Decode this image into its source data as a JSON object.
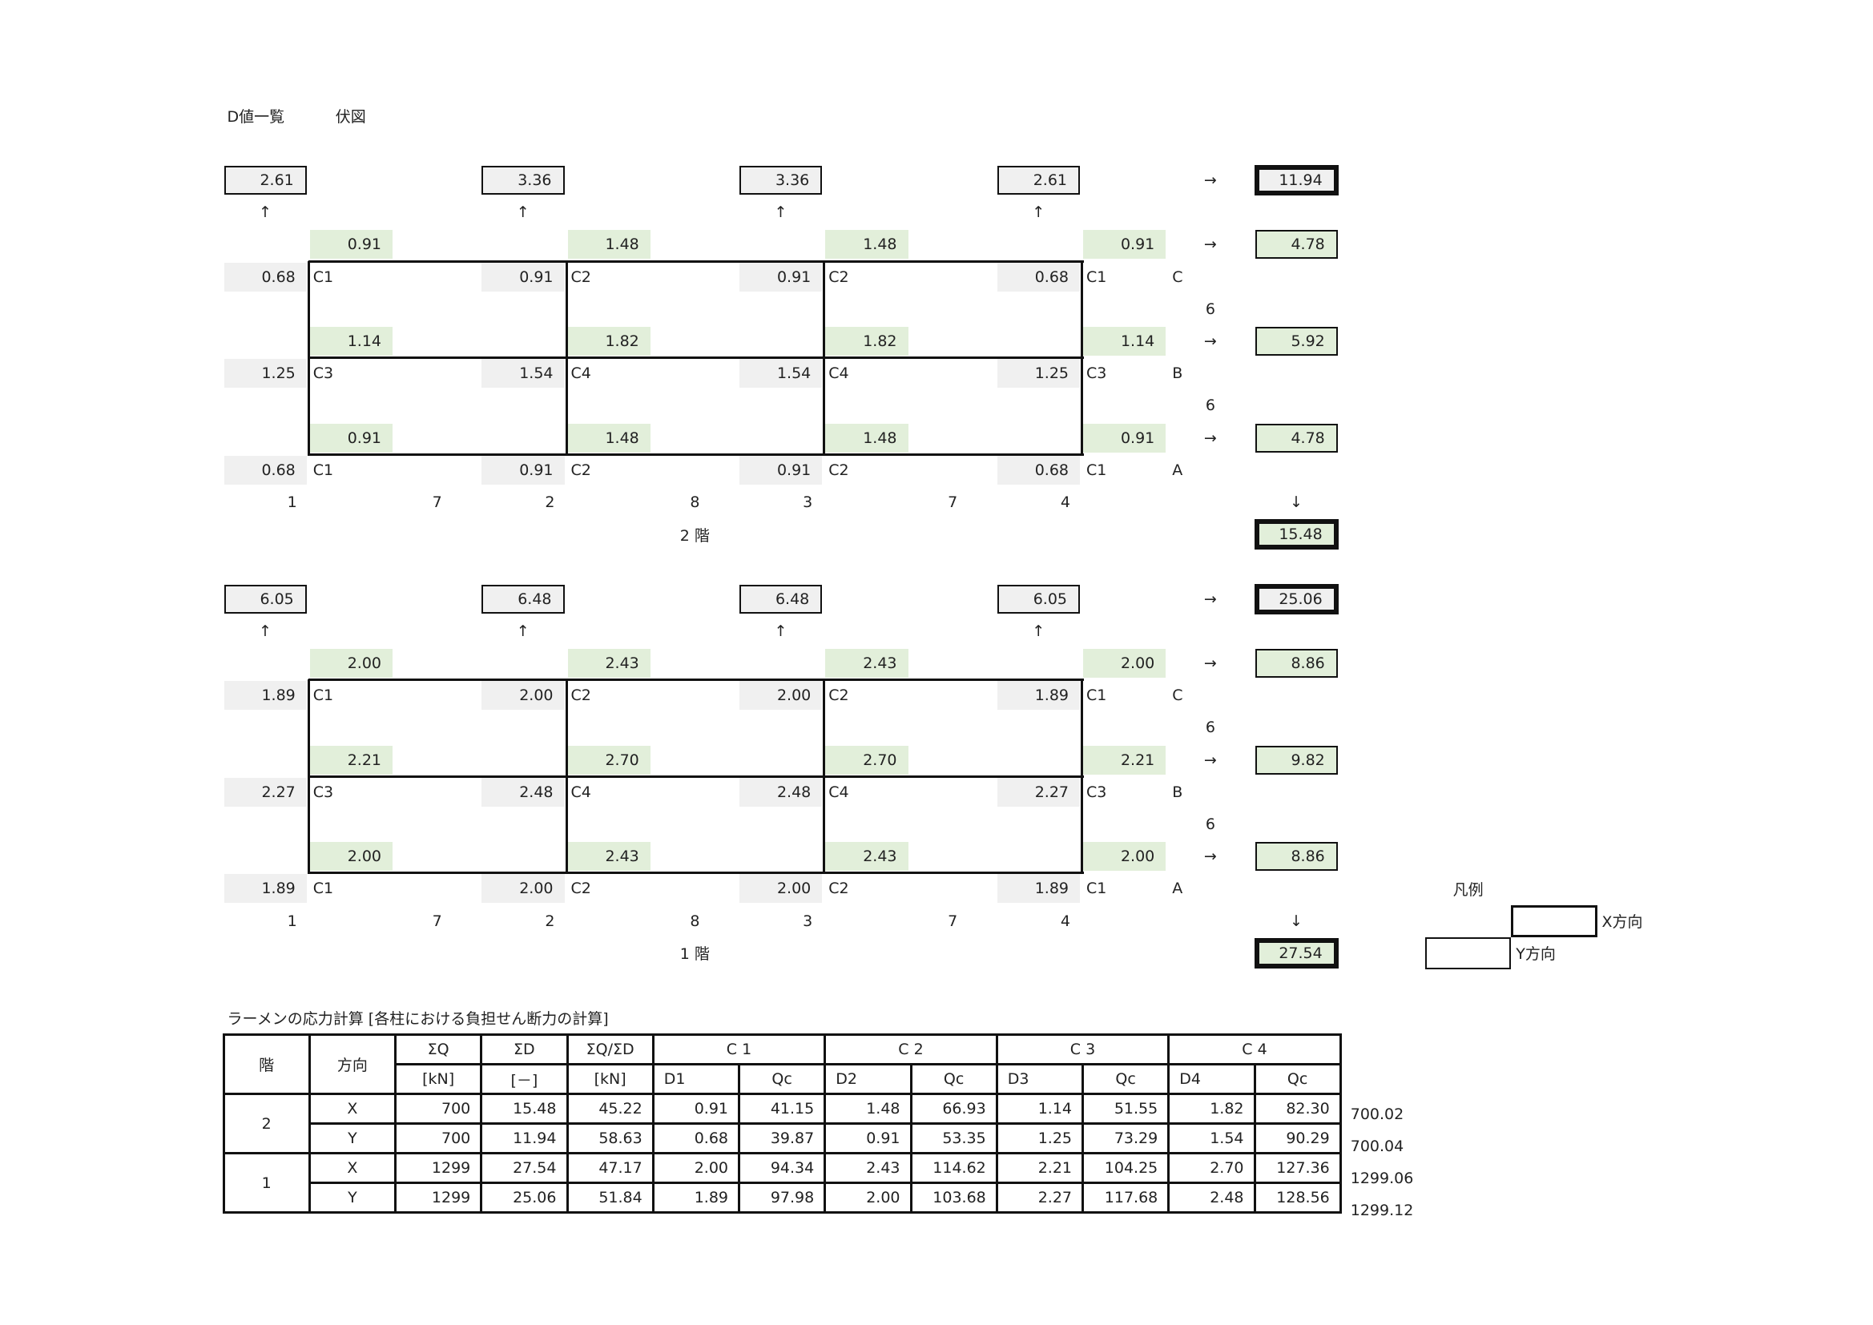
{
  "title": "D値一覧",
  "subtitle": "伏図",
  "arrows": {
    "right": "→",
    "up": "↑",
    "down": "↓"
  },
  "floors": [
    {
      "label": "2 階",
      "top": [
        "2.61",
        "3.36",
        "3.36",
        "2.61"
      ],
      "y_total": "11.94",
      "x_total": "15.48",
      "spans_y": [
        "6",
        "6"
      ],
      "axis_x": [
        "1",
        "7",
        "2",
        "8",
        "3",
        "7",
        "4"
      ],
      "lines": [
        {
          "x": [
            "0.91",
            "1.48",
            "1.48",
            "0.91"
          ],
          "x_sum": "4.78",
          "y": [
            "0.68",
            "0.91",
            "0.91",
            "0.68"
          ],
          "cols": [
            "C1",
            "C2",
            "C2",
            "C1"
          ],
          "axis": "C"
        },
        {
          "x": [
            "1.14",
            "1.82",
            "1.82",
            "1.14"
          ],
          "x_sum": "5.92",
          "y": [
            "1.25",
            "1.54",
            "1.54",
            "1.25"
          ],
          "cols": [
            "C3",
            "C4",
            "C4",
            "C3"
          ],
          "axis": "B"
        },
        {
          "x": [
            "0.91",
            "1.48",
            "1.48",
            "0.91"
          ],
          "x_sum": "4.78",
          "y": [
            "0.68",
            "0.91",
            "0.91",
            "0.68"
          ],
          "cols": [
            "C1",
            "C2",
            "C2",
            "C1"
          ],
          "axis": "A"
        }
      ]
    },
    {
      "label": "1 階",
      "top": [
        "6.05",
        "6.48",
        "6.48",
        "6.05"
      ],
      "y_total": "25.06",
      "x_total": "27.54",
      "spans_y": [
        "6",
        "6"
      ],
      "axis_x": [
        "1",
        "7",
        "2",
        "8",
        "3",
        "7",
        "4"
      ],
      "lines": [
        {
          "x": [
            "2.00",
            "2.43",
            "2.43",
            "2.00"
          ],
          "x_sum": "8.86",
          "y": [
            "1.89",
            "2.00",
            "2.00",
            "1.89"
          ],
          "cols": [
            "C1",
            "C2",
            "C2",
            "C1"
          ],
          "axis": "C"
        },
        {
          "x": [
            "2.21",
            "2.70",
            "2.70",
            "2.21"
          ],
          "x_sum": "9.82",
          "y": [
            "2.27",
            "2.48",
            "2.48",
            "2.27"
          ],
          "cols": [
            "C3",
            "C4",
            "C4",
            "C3"
          ],
          "axis": "B"
        },
        {
          "x": [
            "2.00",
            "2.43",
            "2.43",
            "2.00"
          ],
          "x_sum": "8.86",
          "y": [
            "1.89",
            "2.00",
            "2.00",
            "1.89"
          ],
          "cols": [
            "C1",
            "C2",
            "C2",
            "C1"
          ],
          "axis": "A"
        }
      ]
    }
  ],
  "legend": {
    "title": "凡例",
    "x_label": "X方向",
    "y_label": "Y方向"
  },
  "table": {
    "title": "ラーメンの応力計算 [各柱における負担せん断力の計算]",
    "head1": [
      "階",
      "方向",
      "ΣQ",
      "ΣD",
      "ΣQ/ΣD",
      "C 1",
      "C 2",
      "C 3",
      "C 4"
    ],
    "head2": [
      "[kN]",
      "[－]",
      "[kN]",
      "D1",
      "Qc",
      "D2",
      "Qc",
      "D3",
      "Qc",
      "D4",
      "Qc"
    ],
    "rows": [
      {
        "floor": "2",
        "dir": "X",
        "vals": [
          "700",
          "15.48",
          "45.22",
          "0.91",
          "41.15",
          "1.48",
          "66.93",
          "1.14",
          "51.55",
          "1.82",
          "82.30"
        ],
        "check": "700.02"
      },
      {
        "floor": "2",
        "dir": "Y",
        "vals": [
          "700",
          "11.94",
          "58.63",
          "0.68",
          "39.87",
          "0.91",
          "53.35",
          "1.25",
          "73.29",
          "1.54",
          "90.29"
        ],
        "check": "700.04"
      },
      {
        "floor": "1",
        "dir": "X",
        "vals": [
          "1299",
          "27.54",
          "47.17",
          "2.00",
          "94.34",
          "2.43",
          "114.62",
          "2.21",
          "104.25",
          "2.70",
          "127.36"
        ],
        "check": "1299.06"
      },
      {
        "floor": "1",
        "dir": "Y",
        "vals": [
          "1299",
          "25.06",
          "51.84",
          "1.89",
          "97.98",
          "2.00",
          "103.68",
          "2.27",
          "117.68",
          "2.48",
          "128.56"
        ],
        "check": "1299.12"
      }
    ]
  },
  "colors": {
    "x_dir": "#e2efda",
    "y_dir": "#f0f0f0"
  }
}
